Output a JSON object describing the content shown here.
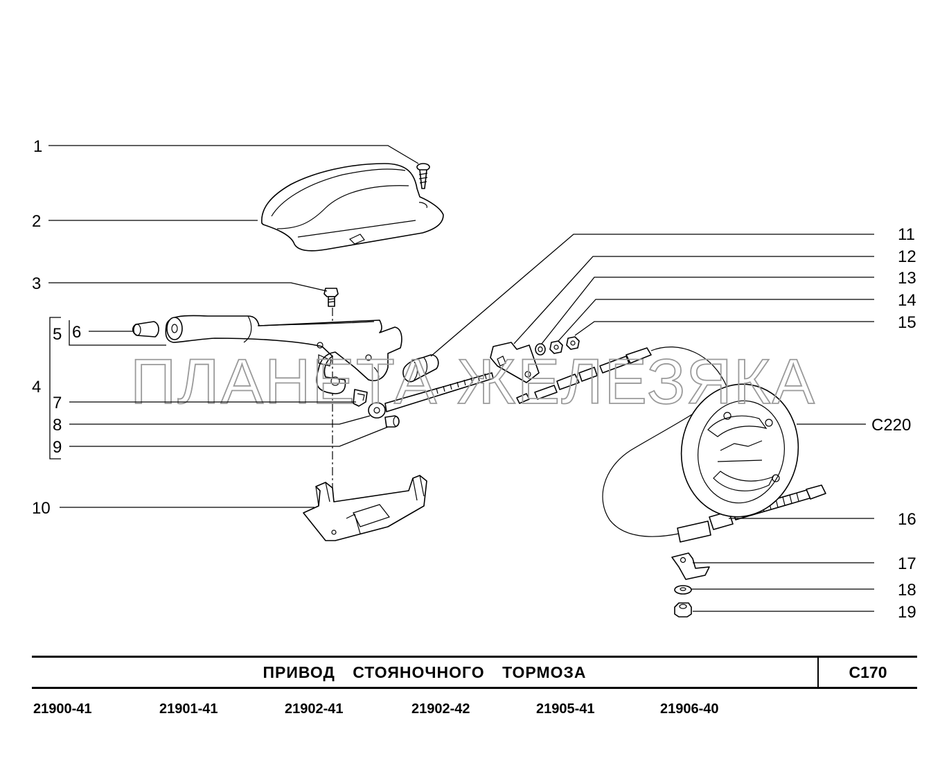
{
  "callouts": [
    "1",
    "2",
    "3",
    "4",
    "5",
    "6",
    "7",
    "8",
    "9",
    "10",
    "11",
    "12",
    "13",
    "14",
    "15",
    "16",
    "17",
    "18",
    "19",
    "C220"
  ],
  "watermark": "ПЛАНЕТА ЖЕЛЕЗЯКА",
  "title": "ПРИВОД СТОЯНОЧНОГО ТОРМОЗА",
  "code": "C170",
  "models": [
    "21900-41",
    "21901-41",
    "21902-41",
    "21902-42",
    "21905-41",
    "21906-40"
  ]
}
